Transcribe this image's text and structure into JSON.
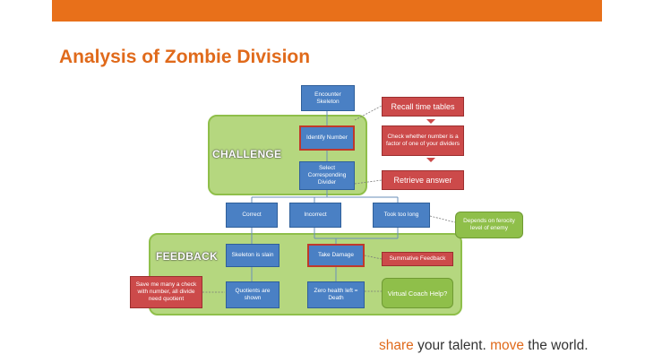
{
  "slide": {
    "title": "Analysis of Zombie Division",
    "colors": {
      "accent": "#e8701a",
      "box_blue": "#4a80c4",
      "box_red": "#cc4a4a",
      "region_green": "#b5d77f"
    }
  },
  "diagram": {
    "challenge_label": "CHALLENGE",
    "feedback_label": "FEEDBACK",
    "nodes": {
      "encounter": "Encounter Skeleton",
      "identify": "Identify Number",
      "select": "Select Corresponding Divider",
      "recall": "Recall time tables",
      "check": "Check whether number is a factor of one of your dividers",
      "retrieve": "Retrieve answer",
      "correct": "Correct",
      "incorrect": "Incorrect",
      "too_long": "Took too long",
      "depends": "Depends on ferocity level of enemy",
      "skeleton_slain": "Skeleton is slain",
      "take_damage": "Take Damage",
      "summative": "Summative Feedback",
      "save_me": "Save me many a check with number, all divide need quotient",
      "quotients": "Quotients are shown",
      "zero_health": "Zero health left = Death",
      "virtual_coach": "Virtual Coach Help?"
    }
  },
  "footer": {
    "share": "share",
    "your_talent": " your talent.",
    "move": " move",
    "the_world": " the world."
  }
}
